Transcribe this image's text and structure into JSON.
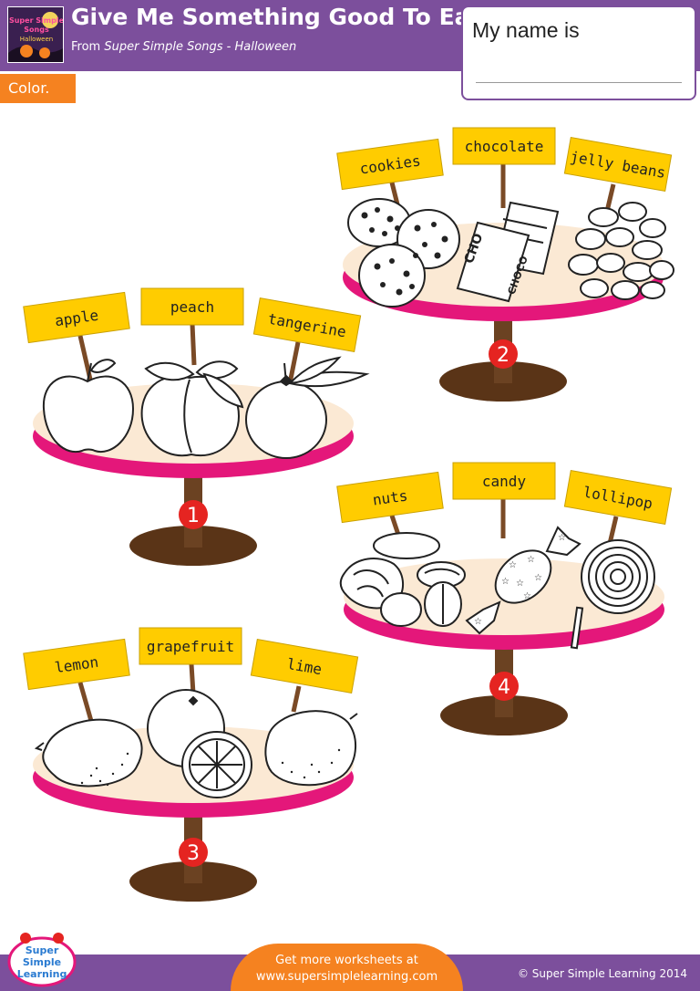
{
  "header": {
    "title": "Give Me Something Good To Eat",
    "subtitle_prefix": "From ",
    "subtitle_source": "Super Simple Songs - Halloween",
    "thumb_text": "Super Simple Songs Halloween"
  },
  "name_box": {
    "label": "My name is"
  },
  "instruction": "Color.",
  "stands": [
    {
      "number": "1",
      "signs": [
        "apple",
        "peach",
        "tangerine"
      ]
    },
    {
      "number": "2",
      "signs": [
        "cookies",
        "chocolate",
        "jelly beans"
      ]
    },
    {
      "number": "3",
      "signs": [
        "lemon",
        "grapefruit",
        "lime"
      ]
    },
    {
      "number": "4",
      "signs": [
        "nuts",
        "candy",
        "lollipop"
      ]
    }
  ],
  "chocolate_wrapper": {
    "left": "CHO",
    "right": "CHOCO"
  },
  "footer": {
    "line1": "Get more worksheets at",
    "line2": "www.supersimplelearning.com",
    "copyright": "© Super Simple Learning 2014",
    "logo_line1": "Super",
    "logo_line2": "Simple",
    "logo_line3": "Learning"
  },
  "colors": {
    "header_purple": "#7c4f9c",
    "accent_orange": "#f58220",
    "sign_yellow": "#ffcc00",
    "plate_cream": "#fbe9d4",
    "plate_pink": "#e4177a",
    "stand_brown": "#5a3417",
    "number_red": "#e52421"
  }
}
